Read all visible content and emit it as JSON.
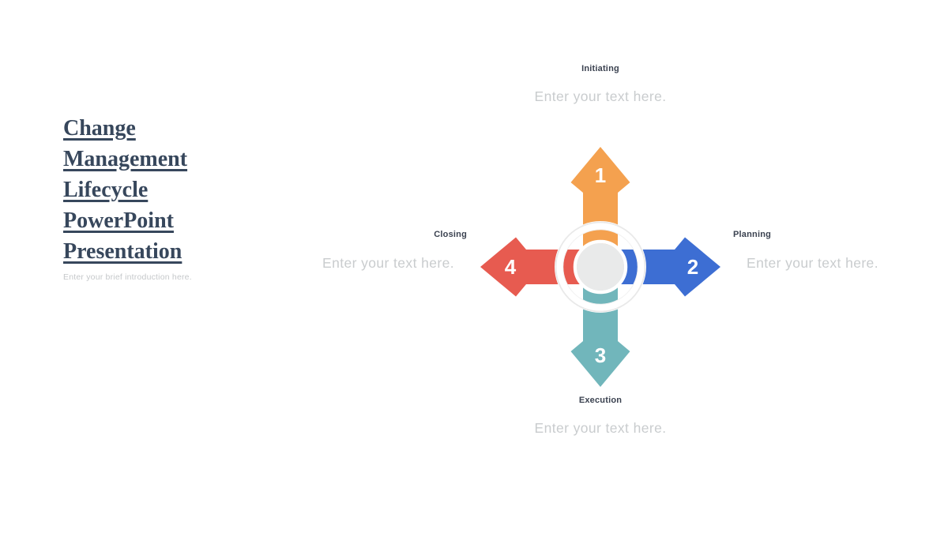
{
  "slide": {
    "title": "Change Management Lifecycle PowerPoint Presentation",
    "intro": "Enter your brief introduction here."
  },
  "diagram": {
    "center_color": "#E9EAEA",
    "ring_color": "#E9E9E9",
    "inner_ring_color": "#F1F1F1",
    "steps": [
      {
        "number": "1",
        "label": "Initiating",
        "placeholder": "Enter your text here.",
        "color": "#F4A14F",
        "position": "top"
      },
      {
        "number": "2",
        "label": "Planning",
        "placeholder": "Enter your text here.",
        "color": "#3D6ED3",
        "position": "right"
      },
      {
        "number": "3",
        "label": "Execution",
        "placeholder": "Enter your text here.",
        "color": "#71B6BB",
        "position": "bottom"
      },
      {
        "number": "4",
        "label": "Closing",
        "placeholder": "Enter your text here.",
        "color": "#E75B50",
        "position": "left"
      }
    ]
  }
}
